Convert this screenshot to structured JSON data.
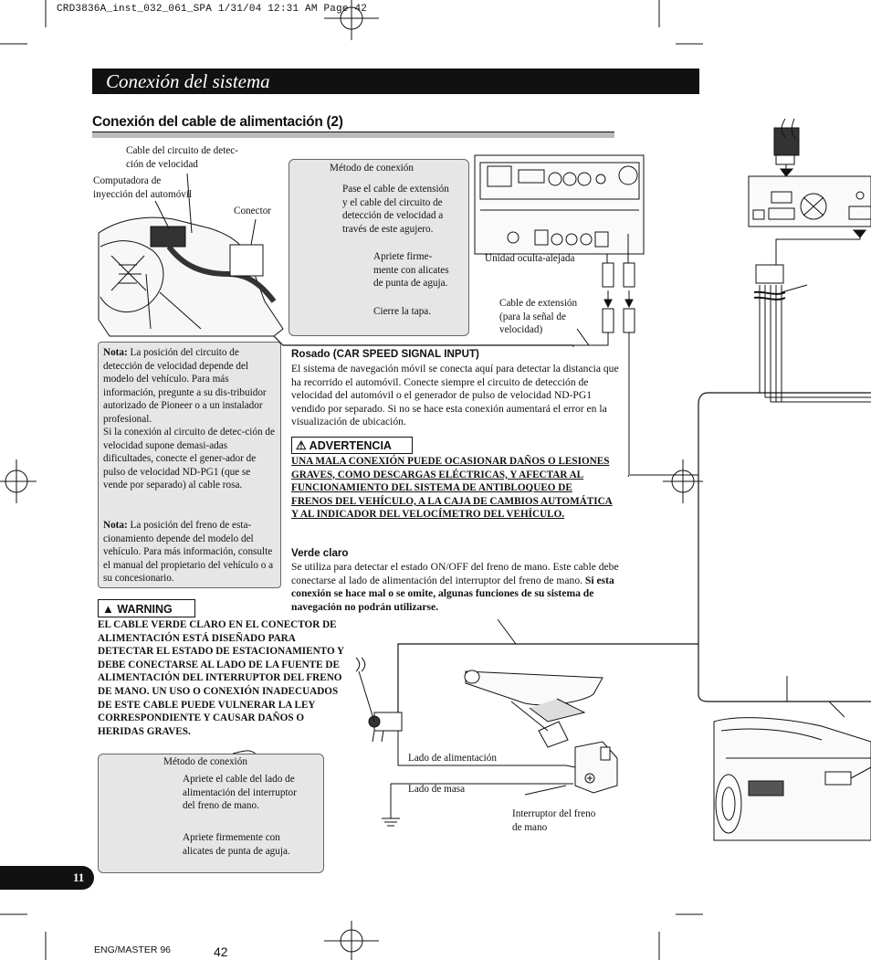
{
  "header_line": "CRD3836A_inst_032_061_SPA  1/31/04 12:31 AM  Page 42",
  "page_title": "Conexión del sistema",
  "section_title": "Conexión del cable de alimentación (2)",
  "labels": {
    "speed_circuit_cable": "Cable del circuito de detec-\nción de velocidad",
    "injection_computer": "Computadora de\ninyección del automóvil",
    "connector": "Conector",
    "hideaway_unit": "Unidad oculta-alejada",
    "extension_cable": "Cable de extensión\n(para la señal de\nvelocidad)",
    "power_side": "Lado de alimentación",
    "ground_side": "Lado de masa",
    "brake_switch": "Interruptor del freno\nde mano"
  },
  "method_box_top": {
    "title": "Método de conexión",
    "step1": "Pase el cable de extensión\ny el cable del circuito de\ndetección de velocidad a\ntravés de este agujero.",
    "step2": "Apriete firme-\nmente con alicates\nde punta de aguja.",
    "step3": "Cierre la tapa."
  },
  "note_box": {
    "note1_label": "Nota:",
    "note1_text": " La posición del circuito de detección de velocidad depende del modelo del vehículo. Para más información, pregunte a su dis-tribuidor autorizado de Pioneer o a un instalador profesional.",
    "note1_text2": "Si la conexión al circuito de detec-ción de velocidad supone demasi-adas dificultades, conecte el gener-ador de pulso de velocidad ND-PG1 (que se vende por separado) al cable rosa.",
    "note2_label": "Nota:",
    "note2_text": " La posición del freno de esta-cionamiento depende del modelo del vehículo. Para más información, consulte el manual del propietario del vehículo o a su concesionario."
  },
  "pink_section": {
    "heading": "Rosado (CAR SPEED SIGNAL INPUT)",
    "text": "El sistema de navegación móvil se conecta aquí para detectar la distancia que ha recorrido el automóvil. Conecte siempre el circuito de detección de velocidad del automóvil o el generador de pulso de velocidad ND-PG1 vendido por separado. Si no se hace esta conexión aumentará el error en la visualización de ubicación."
  },
  "advertencia": {
    "label": "ADVERTENCIA",
    "text": "UNA MALA CONEXIÓN PUEDE OCASIONAR DAÑOS O LESIONES GRAVES, COMO DESCARGAS ELÉCTRICAS, Y AFECTAR AL FUNCIONAMIENTO DEL SISTEMA DE ANTIBLOQUEO DE FRENOS DEL VEHÍCULO, A LA CAJA DE CAMBIOS AUTOMÁTICA Y AL INDICADOR DEL VELOCÍMETRO DEL VEHÍCULO."
  },
  "light_green": {
    "heading": "Verde claro",
    "text": "Se utiliza para detectar el estado ON/OFF del freno de mano. Este cable debe conectarse al lado de alimentación del interruptor del freno de mano. ",
    "bold_text": "Si esta conexión se hace mal o se omite, algunas funciones de su sistema de navegación no podrán utilizarse."
  },
  "warning": {
    "label": "WARNING",
    "text": "EL CABLE VERDE CLARO EN EL CONECTOR DE ALIMENTACIÓN ESTÁ DISEÑADO PARA DETECTAR EL ESTADO DE ESTACIONAMIENTO Y DEBE CONECTARSE AL LADO DE LA FUENTE DE ALIMENTACIÓN DEL INTERRUPTOR DEL FRENO DE MANO. UN USO O CONEXIÓN INADECUADOS DE ESTE CABLE PUEDE VULNERAR LA LEY CORRESPONDIENTE Y CAUSAR DAÑOS O HERIDAS GRAVES."
  },
  "method_box_bottom": {
    "title": "Método de conexión",
    "step1": "Apriete el cable del lado de\nalimentación del interruptor\ndel freno de mano.",
    "step2": "Apriete firmemente con\nalicates de punta de aguja."
  },
  "page_tab_number": "11",
  "footer_left": "ENG/MASTER 96",
  "footer_page": "42"
}
